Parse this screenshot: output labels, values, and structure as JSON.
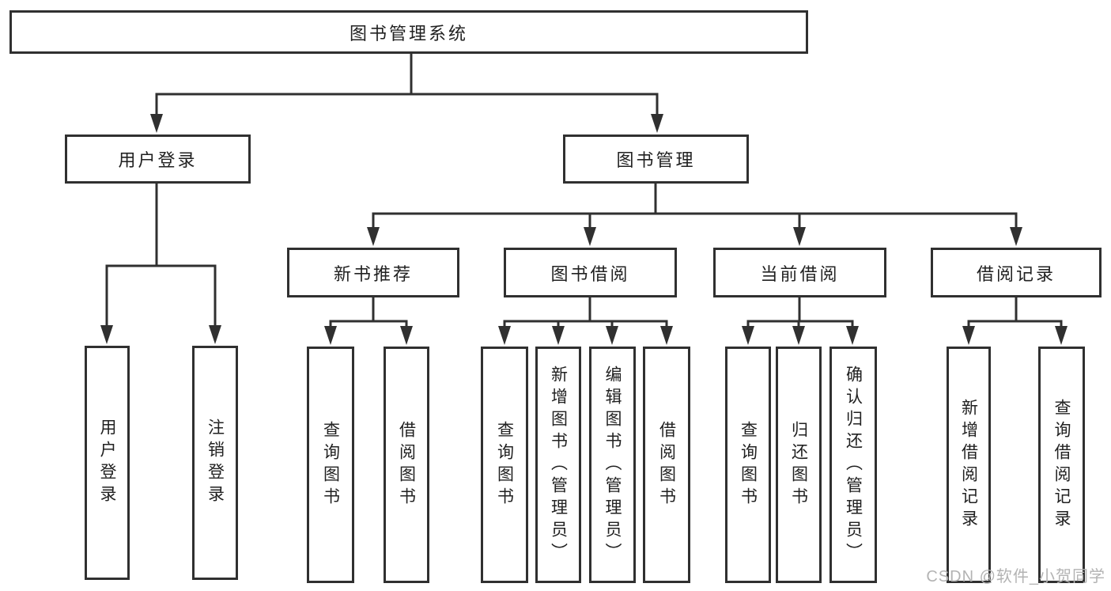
{
  "diagram": {
    "root": {
      "label": "图书管理系统"
    },
    "user_branch": {
      "label": "用户登录",
      "children": [
        {
          "label": "用户登录"
        },
        {
          "label": "注销登录"
        }
      ]
    },
    "book_branch": {
      "label": "图书管理",
      "groups": [
        {
          "label": "新书推荐",
          "children": [
            {
              "label": "查询图书"
            },
            {
              "label": "借阅图书"
            }
          ]
        },
        {
          "label": "图书借阅",
          "children": [
            {
              "label": "查询图书"
            },
            {
              "label": "新增图书（管理员）"
            },
            {
              "label": "编辑图书（管理员）"
            },
            {
              "label": "借阅图书"
            }
          ]
        },
        {
          "label": "当前借阅",
          "children": [
            {
              "label": "查询图书"
            },
            {
              "label": "归还图书"
            },
            {
              "label": "确认归还（管理员）"
            }
          ]
        },
        {
          "label": "借阅记录",
          "children": [
            {
              "label": "新增借阅记录"
            },
            {
              "label": "查询借阅记录"
            }
          ]
        }
      ]
    },
    "connector_style": {
      "arrow": "filled-triangle-down",
      "line_color": "#303030"
    }
  },
  "watermark": {
    "text": "CSDN @软件_小贺同学"
  },
  "colors": {
    "background": "#ffffff",
    "box_fill": "#ffffff",
    "box_border": "#303030",
    "text": "#212121",
    "watermark": "#b3b3b3"
  }
}
